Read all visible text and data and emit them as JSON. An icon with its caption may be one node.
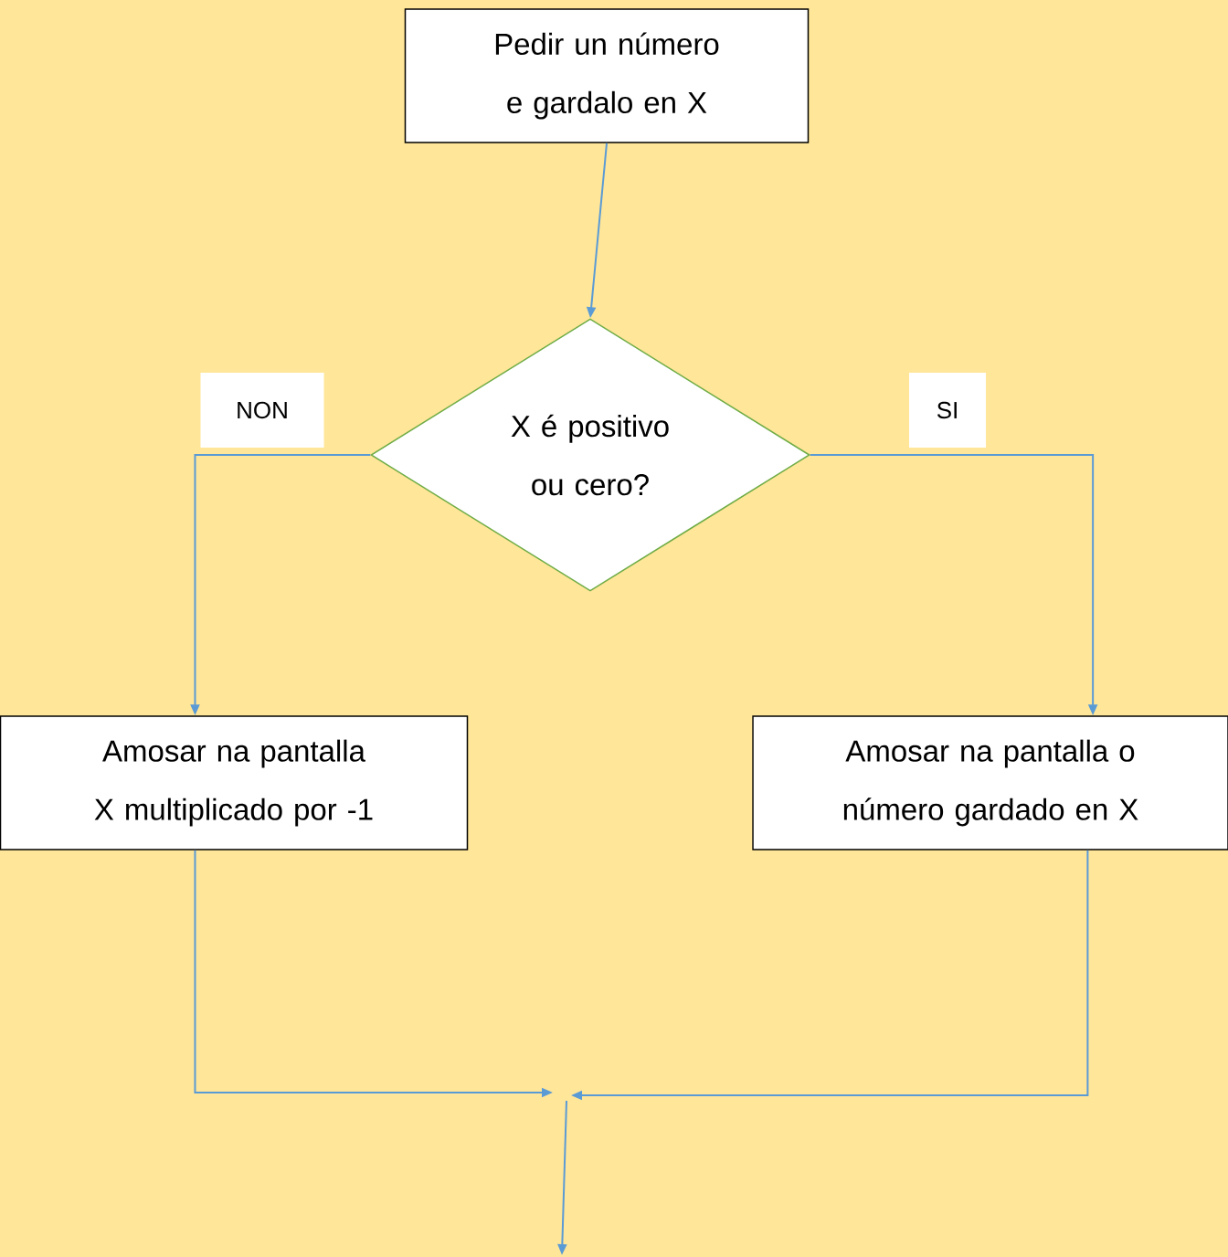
{
  "diagram": {
    "nodes": [
      {
        "text": [
          "Pedir un número e gardalo en X"
        ]
      },
      {
        "text": [
          "X é positivo ou cero?"
        ]
      },
      {
        "text": [
          "Amosar na pantalla X multiplicado por -1"
        ]
      },
      {
        "text": [
          "Amosar na pantalla o número gardado en X"
        ]
      }
    ],
    "edges": [
      {
        "from": 0,
        "to": 1,
        "arrow": "to"
      },
      {
        "from": 1,
        "to": 2,
        "arrow": "to",
        "label": "NON"
      },
      {
        "from": 1,
        "to": 3,
        "arrow": "to",
        "label": "SI"
      },
      {
        "from": 2,
        "to": null,
        "arrow": "to"
      },
      {
        "from": 3,
        "to": null,
        "arrow": "to"
      }
    ]
  }
}
